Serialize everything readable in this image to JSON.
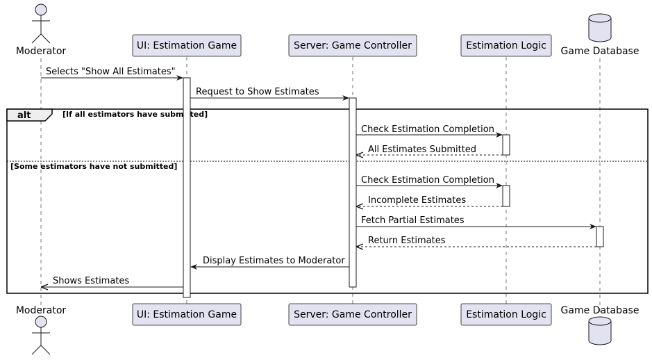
{
  "participants": [
    {
      "id": "moderator",
      "label": "Moderator",
      "kind": "actor"
    },
    {
      "id": "ui",
      "label": "UI: Estimation Game",
      "kind": "box"
    },
    {
      "id": "server",
      "label": "Server: Game Controller",
      "kind": "box"
    },
    {
      "id": "logic",
      "label": "Estimation Logic",
      "kind": "box"
    },
    {
      "id": "db",
      "label": "Game Database",
      "kind": "database"
    }
  ],
  "messages": [
    {
      "label": "Selects \"Show All Estimates\"",
      "from": "moderator",
      "to": "ui",
      "style": "solid"
    },
    {
      "label": "Request to Show Estimates",
      "from": "ui",
      "to": "server",
      "style": "solid"
    },
    {
      "label": "Check Estimation Completion",
      "from": "server",
      "to": "logic",
      "style": "solid"
    },
    {
      "label": "All Estimates Submitted",
      "from": "logic",
      "to": "server",
      "style": "dashed"
    },
    {
      "label": "Check Estimation Completion",
      "from": "server",
      "to": "logic",
      "style": "solid"
    },
    {
      "label": "Incomplete Estimates",
      "from": "logic",
      "to": "server",
      "style": "dashed"
    },
    {
      "label": "Fetch Partial Estimates",
      "from": "server",
      "to": "db",
      "style": "solid"
    },
    {
      "label": "Return Estimates",
      "from": "db",
      "to": "server",
      "style": "dashed"
    },
    {
      "label": "Display Estimates to Moderator",
      "from": "server",
      "to": "ui",
      "style": "solid"
    },
    {
      "label": "Shows Estimates",
      "from": "ui",
      "to": "moderator",
      "style": "solid"
    }
  ],
  "fragment": {
    "keyword": "alt",
    "guard_1": "[If all estimators have submitted]",
    "guard_2": "[Some estimators have not submitted]"
  },
  "colors": {
    "participant_fill": "#e2e2f0",
    "participant_stroke": "#181818",
    "lifeline": "#181818"
  }
}
